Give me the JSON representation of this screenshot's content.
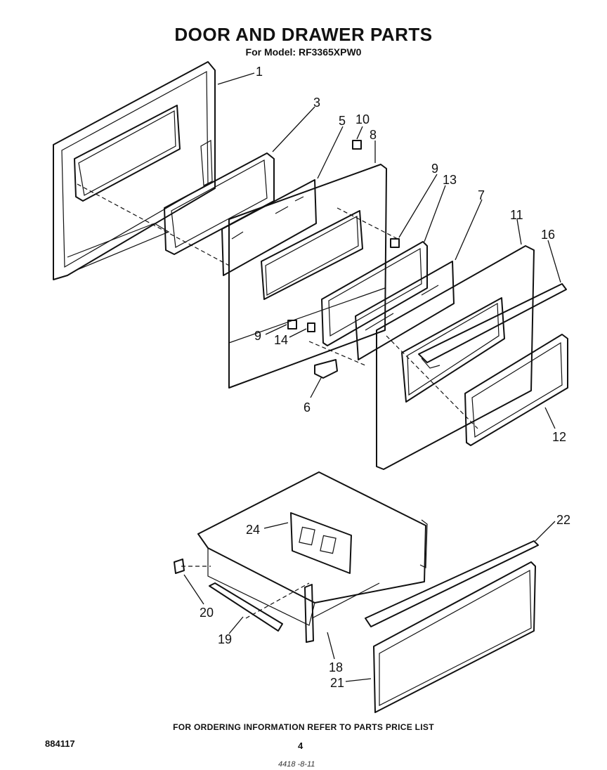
{
  "header": {
    "title": "DOOR AND DRAWER PARTS",
    "model_label": "For Model:",
    "model_number": "RF3365XPW0"
  },
  "callouts": [
    "1",
    "3",
    "5",
    "10",
    "8",
    "9",
    "13",
    "7",
    "11",
    "16",
    "9",
    "14",
    "6",
    "12",
    "22",
    "24",
    "20",
    "19",
    "18",
    "21"
  ],
  "footer": {
    "ordering_note": "FOR ORDERING INFORMATION REFER TO PARTS PRICE LIST",
    "doc_number": "884117",
    "page_number": "4",
    "handwritten": "4418 -8-11"
  }
}
